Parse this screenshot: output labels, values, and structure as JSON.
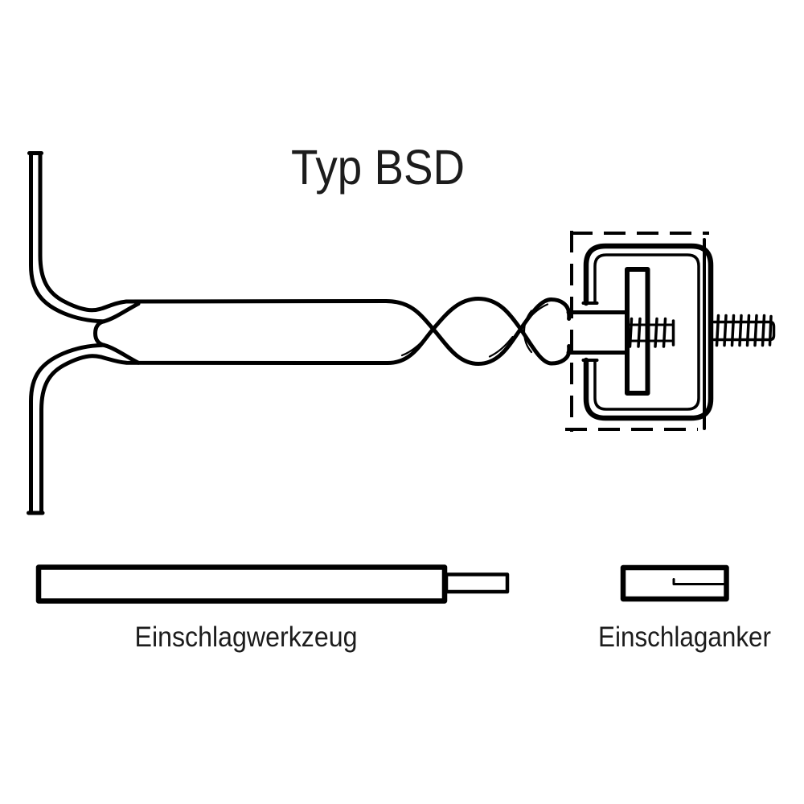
{
  "page": {
    "background_color": "#ffffff",
    "line_color": "#000000",
    "text_color": "#1c1c1c"
  },
  "diagram": {
    "title": "Typ BSD",
    "parts": {
      "setting_tool_label": "Einschlagwerkzeug",
      "anchor_label": "Einschlaganker"
    }
  }
}
